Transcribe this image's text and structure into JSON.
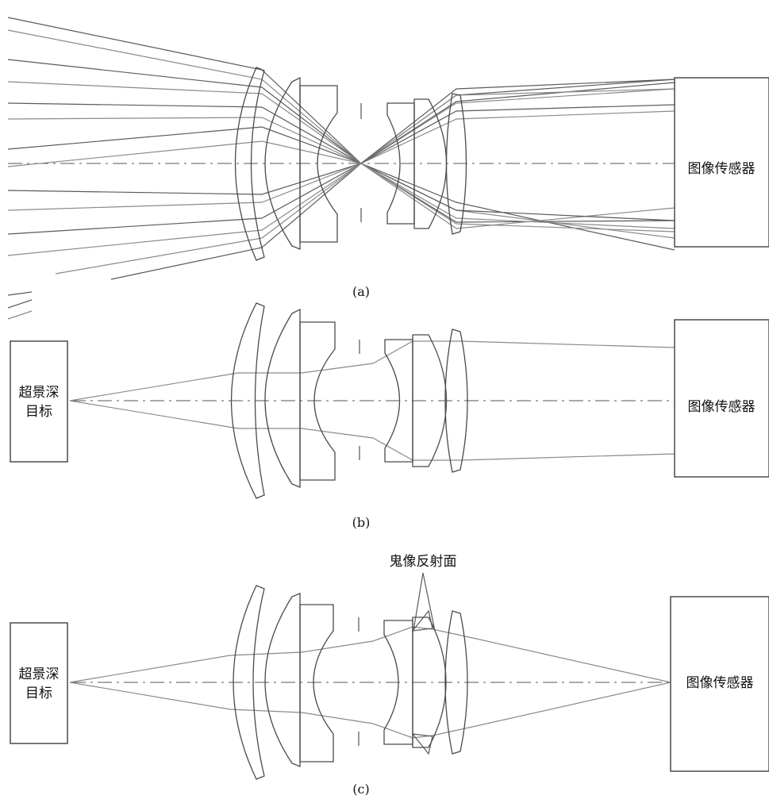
{
  "panels": [
    {
      "id": "a",
      "caption": "(a)",
      "target_label": [],
      "sensor_label": "图像传感器"
    },
    {
      "id": "b",
      "caption": "(b)",
      "target_label": [
        "超景深",
        "目标"
      ],
      "sensor_label": "图像传感器"
    },
    {
      "id": "c",
      "caption": "(c)",
      "target_label": [
        "超景深",
        "目标"
      ],
      "sensor_label": "图像传感器",
      "annotation": "鬼像反射面"
    }
  ]
}
